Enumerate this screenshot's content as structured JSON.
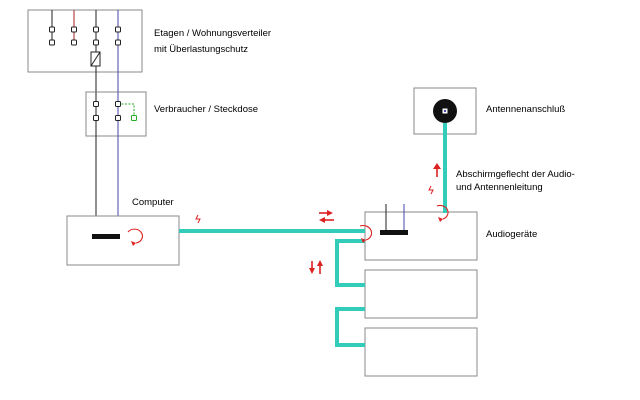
{
  "labels": {
    "distribution_board_line1": "Etagen / Wohnungsverteiler",
    "distribution_board_line2": "mit Überlastungschutz",
    "consumer_socket": "Verbraucher / Steckdose",
    "antenna_connection": "Antennenanschluß",
    "shield_line1": "Abschirmgeflecht der Audio-",
    "shield_line2": "und Antennenleitung",
    "computer": "Computer",
    "audio_devices": "Audiogeräte"
  },
  "colors": {
    "cable": "#33ccbb",
    "wire_dark": "#222222",
    "wire_red": "#aa2222",
    "wire_blue": "#4444aa",
    "wire_green": "#22aa22",
    "loop_current": "#dd2222",
    "box_border": "#888888"
  },
  "icons": {
    "loop": "current-loop-icon",
    "arrow": "arrow-icon",
    "interference": "interference-icon"
  }
}
